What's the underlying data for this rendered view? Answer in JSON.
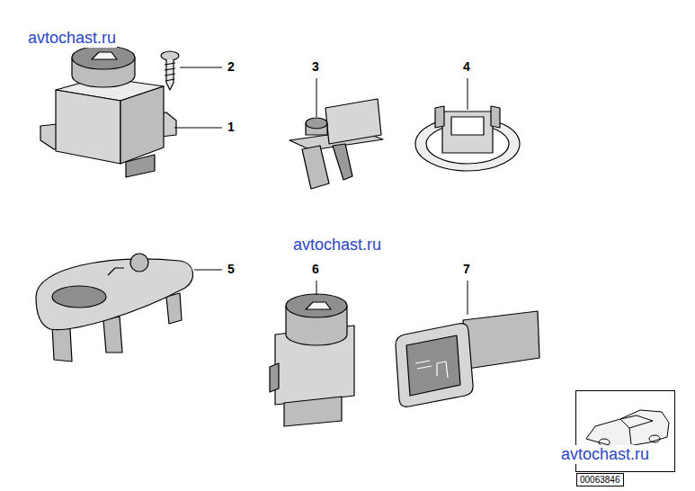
{
  "diagram": {
    "nodes": [
      {
        "text": [
          "00063846"
        ]
      }
    ],
    "labels": [
      "avtochast.ru",
      "2",
      "3",
      "4",
      "1",
      "5",
      "avtochast.ru",
      "6",
      "7",
      "avtochast.ru"
    ]
  }
}
